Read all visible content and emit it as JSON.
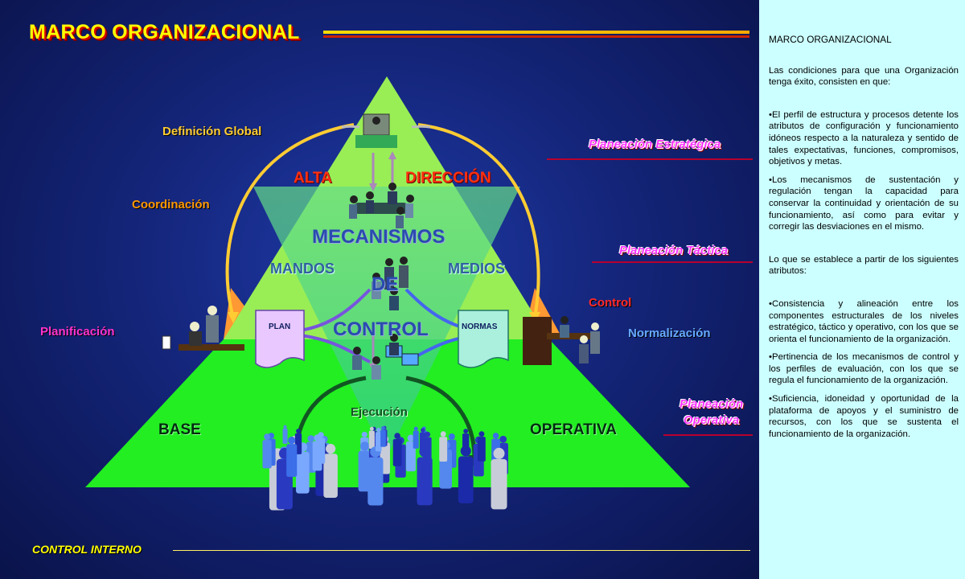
{
  "slide": {
    "title": "MARCO ORGANIZACIONAL",
    "footer": "CONTROL INTERNO",
    "left_labels": {
      "definicion_global": "Definición Global",
      "coordinacion": "Coordinación",
      "planificacion": "Planificación"
    },
    "right_labels": {
      "control": "Control",
      "normalizacion": "Normalización"
    },
    "planning_levels": {
      "estrategica": "Planeación Estratégica",
      "tactica": "Planeación Táctica",
      "operativa_line1": "Planeación",
      "operativa_line2": "Operativa"
    },
    "pyramid": {
      "alta": "ALTA",
      "direccion": "DIRECCIÓN",
      "mecanismos": "MECANISMOS",
      "mandos": "MANDOS",
      "medios": "MEDIOS",
      "de": "DE",
      "control": "CONTROL",
      "ejecucion": "Ejecución",
      "base": "BASE",
      "operativa": "OPERATIVA",
      "plan_doc": "PLAN",
      "normas_doc": "NORMAS"
    },
    "colors": {
      "title": "#ffff00",
      "pyramid_top": "#99ee55",
      "pyramid_base": "#22ee22",
      "side_orange": "#ff9933",
      "background": "#14257a"
    }
  },
  "notes": {
    "title": "MARCO ORGANIZACIONAL",
    "intro": "Las condiciones para que una Organización tenga éxito, consisten en que:",
    "bullet1": "•El perfil de estructura y procesos detente los atributos de configuración y funcionamiento idóneos respecto a la naturaleza y sentido de tales expectativas, funciones, compromisos, objetivos y metas.",
    "bullet2": "•Los mecanismos de sustentación y regulación tengan la capacidad para conservar la continuidad y orientación de su funcionamiento, así como para evitar y corregir las desviaciones en el mismo.",
    "intro2": "Lo que se establece a partir de los siguientes atributos:",
    "bullet3": "•Consistencia y alineación entre los componentes estructurales de los niveles estratégico, táctico y operativo, con los que se orienta el funcionamiento de la organización.",
    "bullet4": "•Pertinencia de los mecanismos de control y los perfiles de evaluación, con los que se regula el funcionamiento de la organización.",
    "bullet5": "•Suficiencia, idoneidad y oportunidad de la plataforma de apoyos y el suministro de recursos, con los que se sustenta el funcionamiento de la organización."
  }
}
